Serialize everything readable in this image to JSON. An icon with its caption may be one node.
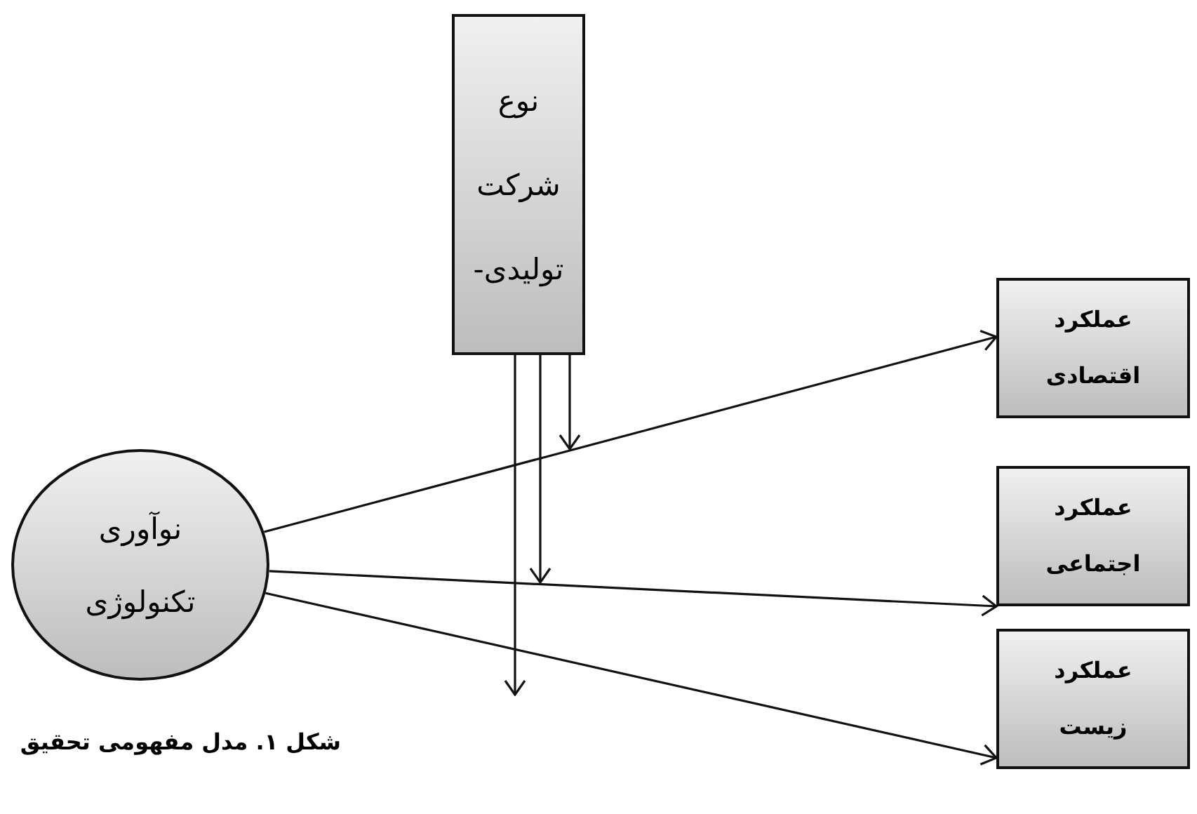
{
  "diagram": {
    "caption": "شکل ۱. مدل مفهومی تحقیق",
    "nodes": [
      {
        "text": [
          "نوع شرکت تولیدی-"
        ]
      },
      {
        "text": [
          "نوآوری تکنولوژی"
        ]
      },
      {
        "text": [
          "عملکرد اقتصادی"
        ]
      },
      {
        "text": [
          "عملکرد اجتماعی"
        ]
      },
      {
        "text": [
          "عملکرد زیست"
        ]
      }
    ],
    "edges": [
      {
        "from": 1,
        "to": 2,
        "arrow": "to"
      },
      {
        "from": 1,
        "to": 3,
        "arrow": "to"
      },
      {
        "from": 1,
        "to": 4,
        "arrow": "to"
      },
      {
        "from": 0,
        "to": null,
        "arrow": "to"
      },
      {
        "from": 0,
        "to": null,
        "arrow": "to"
      },
      {
        "from": 0,
        "to": null,
        "arrow": "to"
      }
    ]
  }
}
